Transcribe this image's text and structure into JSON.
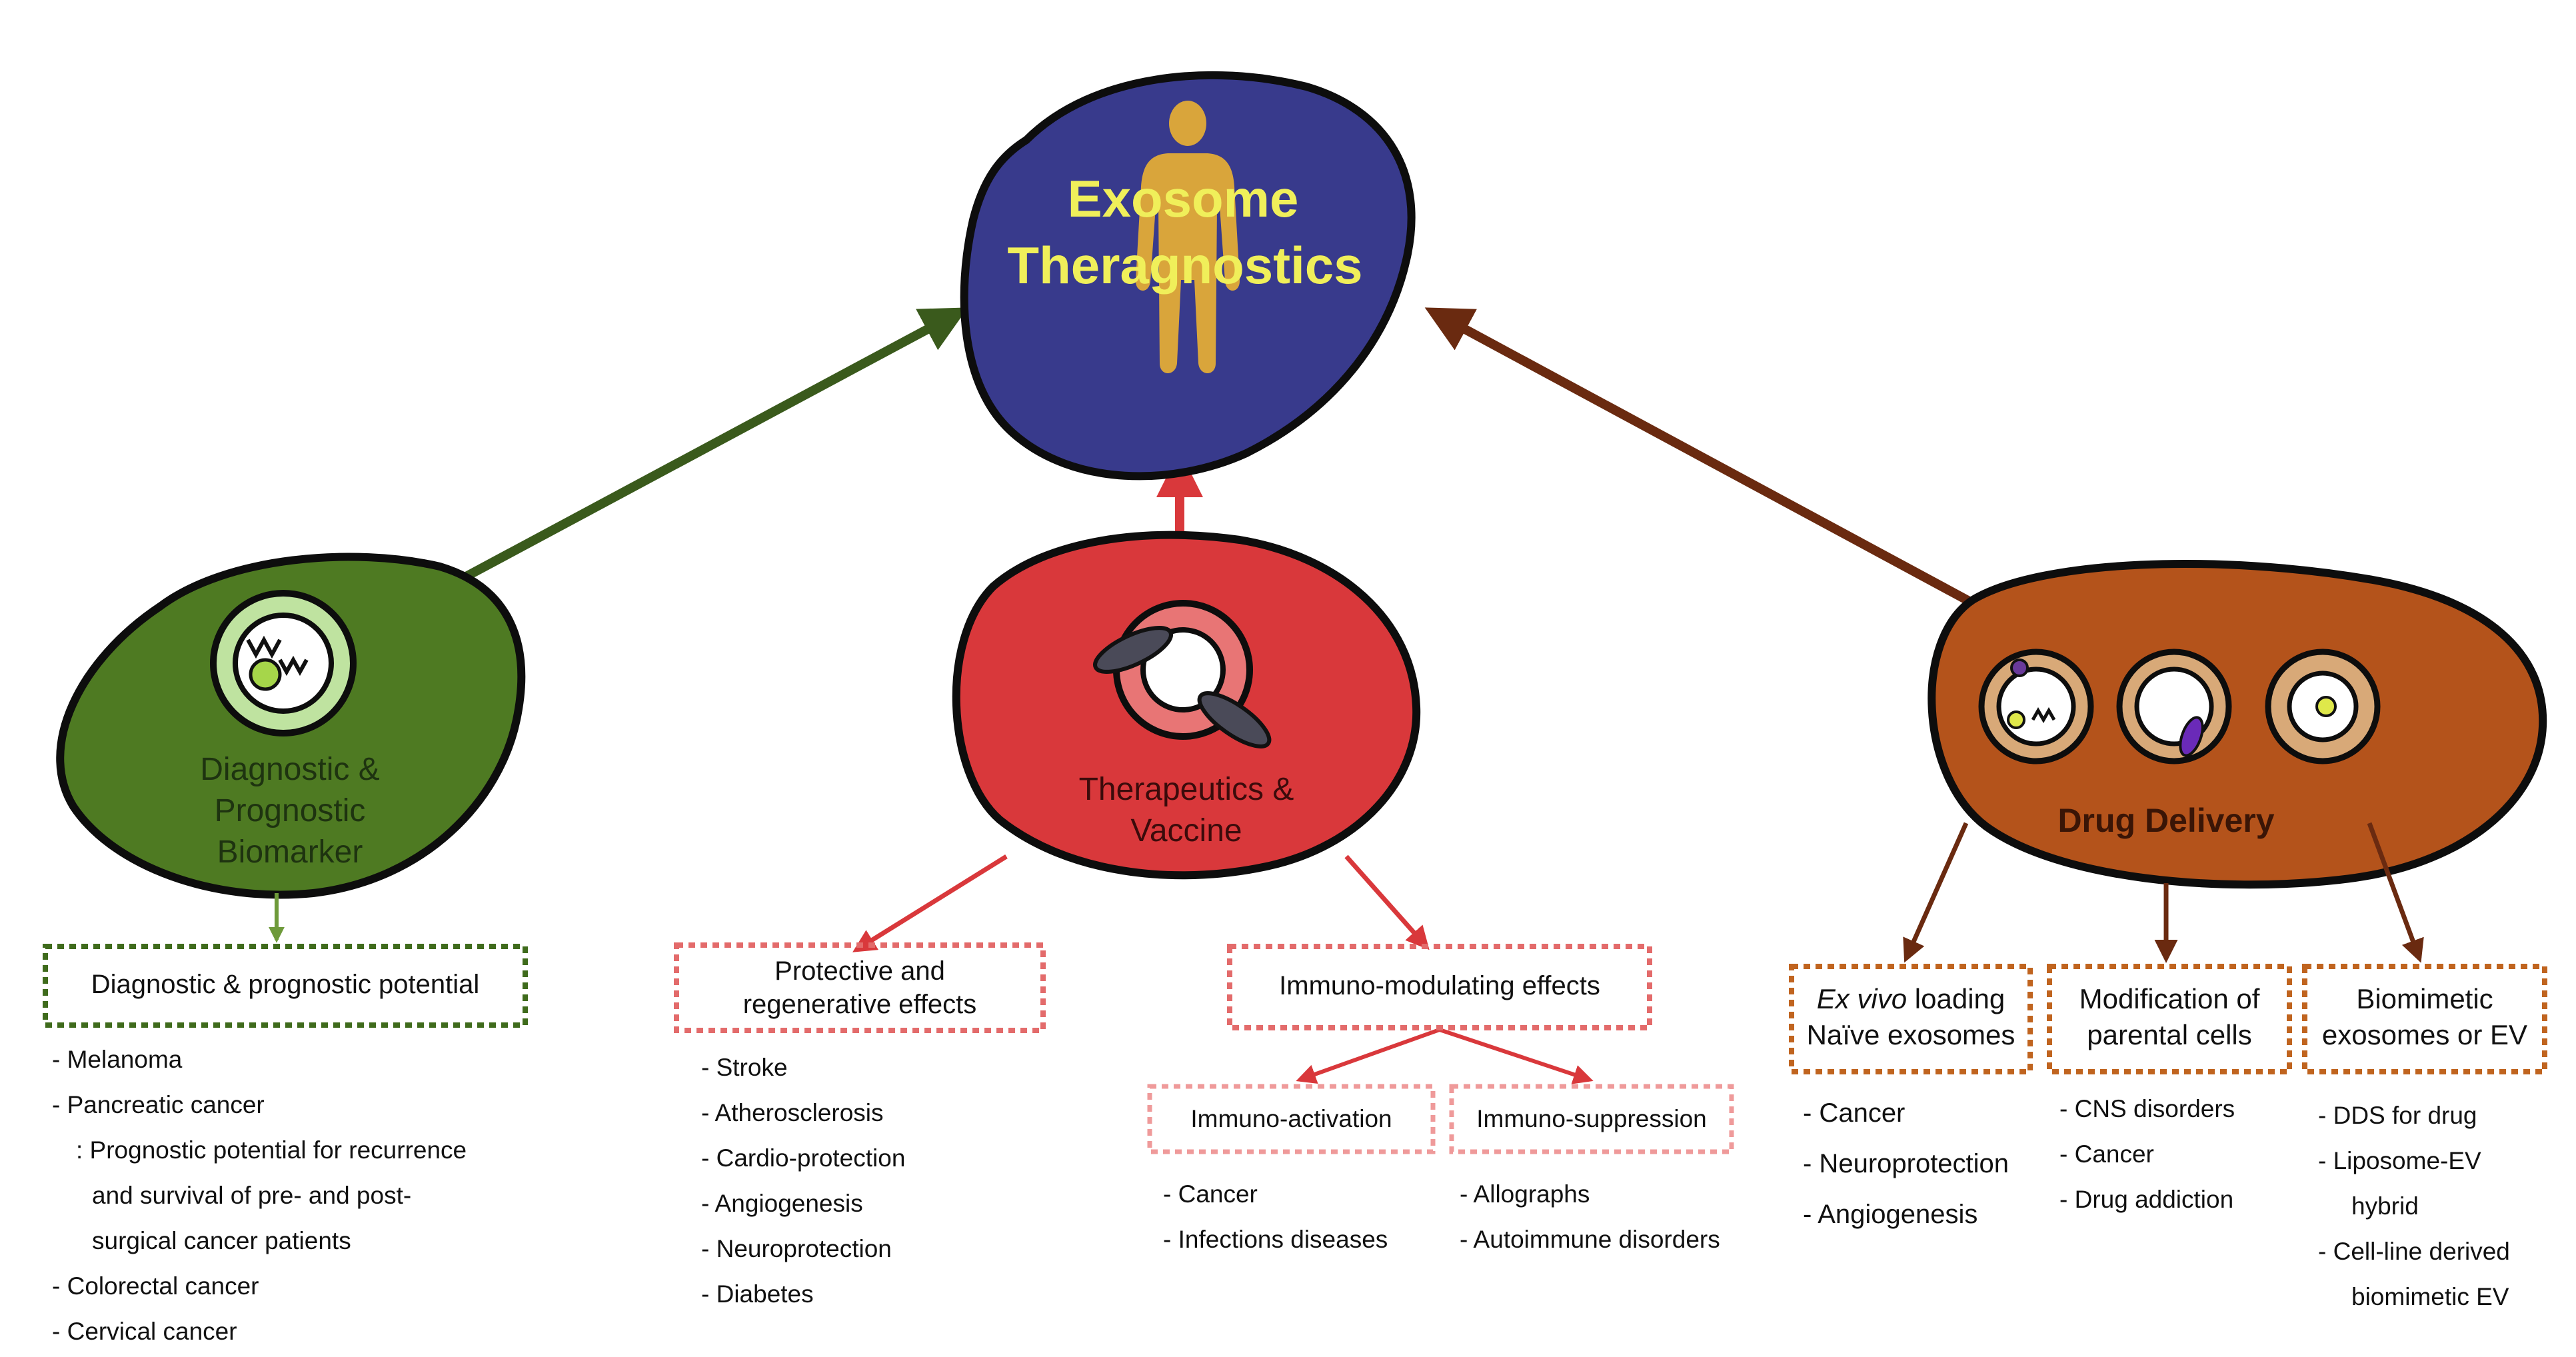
{
  "center": {
    "title_line1": "Exosome",
    "title_line2": "Theragnostics",
    "icon": "human-figure-icon",
    "color": "#383a8c"
  },
  "diagnostic": {
    "label_line1": "Diagnostic &",
    "label_line2": "Prognostic",
    "label_line3": "Biomarker",
    "color": "#4e7a22",
    "icon": "exosome-with-rna-icon",
    "box": {
      "label": "Diagnostic & prognostic potential",
      "items": [
        "- Melanoma",
        "- Pancreatic cancer",
        ": Prognostic potential for recurrence",
        "and survival of pre- and post-",
        "surgical cancer patients",
        "- Colorectal cancer",
        "- Cervical cancer"
      ]
    }
  },
  "therapeutics": {
    "label_line1": "Therapeutics &",
    "label_line2": "Vaccine",
    "color": "#d9383b",
    "icon": "exosome-with-receptors-icon",
    "protective": {
      "label_line1": "Protective and",
      "label_line2": "regenerative effects",
      "items": [
        "- Stroke",
        "- Atherosclerosis",
        "- Cardio-protection",
        "- Angiogenesis",
        "- Neuroprotection",
        "- Diabetes"
      ]
    },
    "immuno": {
      "label": "Immuno-modulating effects",
      "activation": {
        "label": "Immuno-activation",
        "items": [
          "- Cancer",
          "- Infections diseases"
        ]
      },
      "suppression": {
        "label": "Immuno-suppression",
        "items": [
          "- Allographs",
          "- Autoimmune disorders"
        ]
      }
    }
  },
  "drug": {
    "label": "Drug Delivery",
    "color": "#b4531b",
    "icons": [
      "loaded-exosome-icon",
      "membrane-protein-exosome-icon",
      "biomimetic-vesicle-icon"
    ],
    "exvivo": {
      "label_italic": "Ex vivo",
      "label_rest": " loading",
      "label_line2": "Naïve exosomes",
      "items": [
        "- Cancer",
        "- Neuroprotection",
        "- Angiogenesis"
      ]
    },
    "parental": {
      "label_line1": "Modification of",
      "label_line2": "parental cells",
      "items": [
        "- CNS disorders",
        "- Cancer",
        "- Drug addiction"
      ]
    },
    "biomimetic": {
      "label_line1": "Biomimetic",
      "label_line2": "exosomes or EV",
      "items": [
        "- DDS for drug",
        "-  Liposome-EV",
        "hybrid",
        "-  Cell-line derived",
        "biomimetic EV"
      ]
    }
  }
}
